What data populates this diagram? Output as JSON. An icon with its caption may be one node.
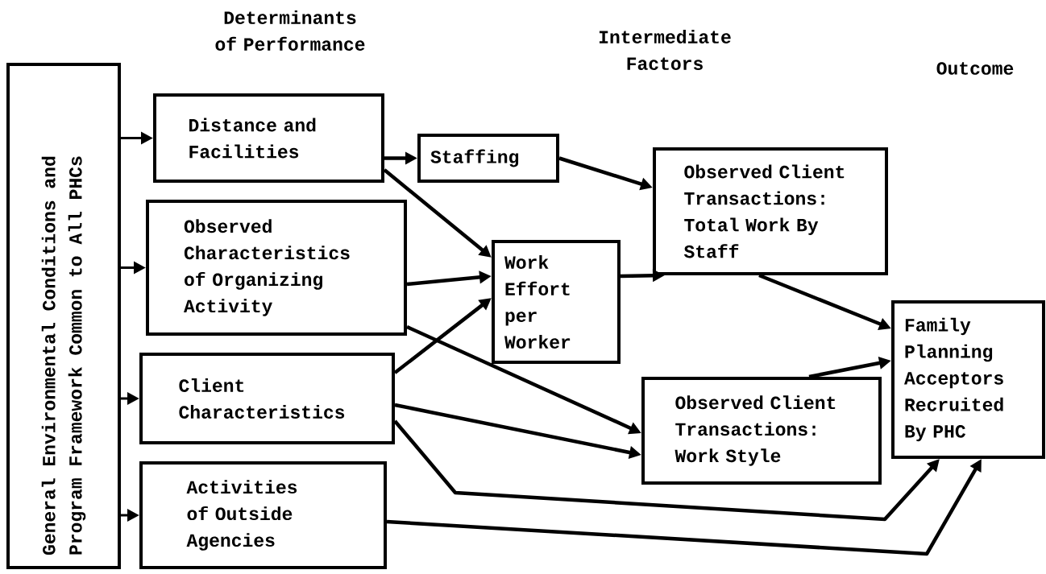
{
  "diagram": {
    "nodes": [
      {
        "text": [
          "General Environmental Conditions and Program Framework Common to All PHCs"
        ]
      },
      {
        "text": [
          "Distance and Facilities"
        ]
      },
      {
        "text": [
          "Staffing"
        ]
      },
      {
        "text": [
          "Observed Characteristics of Organizing Activity"
        ]
      },
      {
        "text": [
          "Work Effort per Worker"
        ]
      },
      {
        "text": [
          "Observed Client Transactions: Total Work By Staff"
        ]
      },
      {
        "text": [
          "Client Characteristics"
        ]
      },
      {
        "text": [
          "Observed Client Transactions: Work Style"
        ]
      },
      {
        "text": [
          "Family Planning Acceptors Recruited By PHC"
        ]
      },
      {
        "text": [
          "Activities of Outside Agencies"
        ]
      }
    ],
    "edges": [
      {
        "from": 0,
        "to": 1,
        "arrow": "to"
      },
      {
        "from": 0,
        "to": 3,
        "arrow": "to"
      },
      {
        "from": 0,
        "to": 6,
        "arrow": "to"
      },
      {
        "from": 0,
        "to": 9,
        "arrow": "to"
      },
      {
        "from": 1,
        "to": 2,
        "arrow": "to"
      },
      {
        "from": 1,
        "to": 4,
        "arrow": "to"
      },
      {
        "from": 2,
        "to": 5,
        "arrow": "to"
      },
      {
        "from": 3,
        "to": 4,
        "arrow": "to"
      },
      {
        "from": 3,
        "to": 7,
        "arrow": "to"
      },
      {
        "from": 6,
        "to": 4,
        "arrow": "to"
      },
      {
        "from": 6,
        "to": 7,
        "arrow": "to"
      },
      {
        "from": 6,
        "to": 8,
        "arrow": "to"
      },
      {
        "from": 9,
        "to": 8,
        "arrow": "to"
      },
      {
        "from": 4,
        "to": 5,
        "arrow": "to"
      },
      {
        "from": 5,
        "to": 8,
        "arrow": "to"
      },
      {
        "from": 7,
        "to": 8,
        "arrow": "to"
      }
    ],
    "labels": [
      "Determinants of Performance",
      "Intermediate Factors",
      "Outcome"
    ]
  }
}
